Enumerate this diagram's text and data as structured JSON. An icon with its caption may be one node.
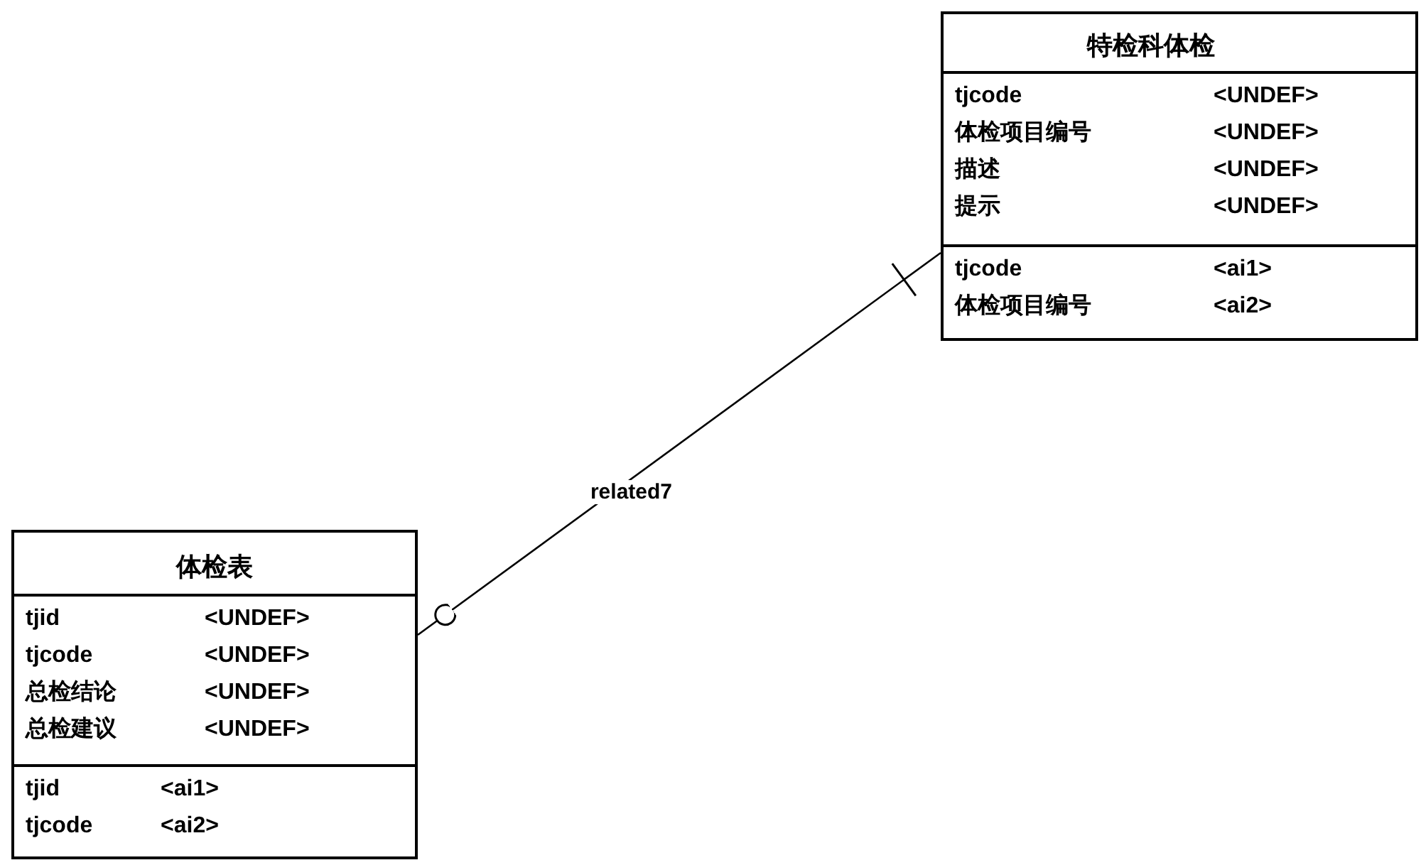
{
  "diagram": {
    "nodes": [
      {
        "text": [
          "特检科体检",
          "tjcode",
          "<UNDEF>",
          "体检项目编号",
          "<UNDEF>",
          "描述",
          "<UNDEF>",
          "提示",
          "<UNDEF>",
          "tjcode",
          "<ai1>",
          "体检项目编号",
          "<ai2>"
        ]
      },
      {
        "text": [
          "体检表",
          "tjid",
          "<UNDEF>",
          "tjcode",
          "<UNDEF>",
          "总检结论",
          "<UNDEF>",
          "总检建议",
          "<UNDEF>",
          "tjid",
          "<ai1>",
          "tjcode",
          "<ai2>"
        ]
      }
    ],
    "edges": [
      {
        "from": 1,
        "to": 0,
        "arrow": "other",
        "label": "related7"
      }
    ]
  }
}
